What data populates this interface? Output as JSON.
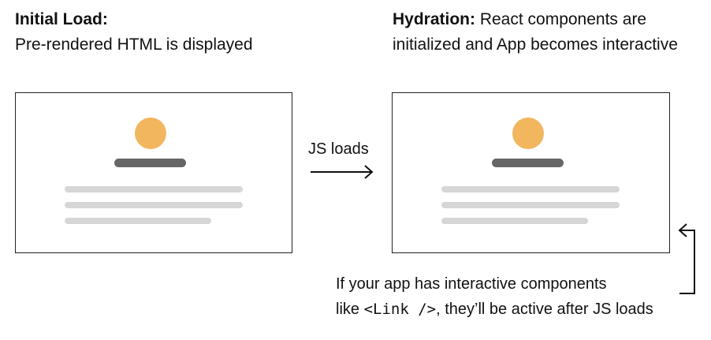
{
  "left": {
    "heading_strong": "Initial Load:",
    "subheading": "Pre-rendered HTML is displayed"
  },
  "right": {
    "heading_strong": "Hydration:",
    "heading_rest": " React components are",
    "subheading": "initialized and App becomes interactive"
  },
  "transition": {
    "label": "JS loads"
  },
  "note": {
    "line1": "If your app has interactive components",
    "line2_prefix": "like ",
    "line2_code": "<Link />",
    "line2_suffix": ", they’ll be active after JS loads"
  },
  "colors": {
    "avatar": "#f2b65e",
    "name_bar": "#666666",
    "text_line": "#d6d6d6",
    "frame_border": "#222222"
  }
}
